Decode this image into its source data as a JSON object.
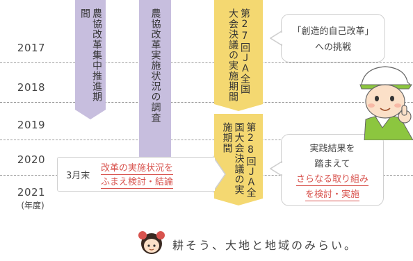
{
  "years": [
    "2017",
    "2018",
    "2019",
    "2020",
    "2021"
  ],
  "year_unit": "(年度)",
  "bars": {
    "reform_promotion": "農協改革集中推進期間",
    "reform_survey": "農協改革実施状況の調査",
    "congress_27": "第27回ＪＡ全国大会決議の実施期間",
    "congress_28": "第28回ＪＡ全国大会決議の実施期間"
  },
  "bubbles": {
    "challenge_line1": "「創造的自己改革」",
    "challenge_line2": "への挑戦",
    "results_line1": "実践結果を",
    "results_line2": "踏まえて",
    "results_line3": "さらなる取り組み",
    "results_line4": "を検討・実施"
  },
  "arrow": {
    "month": "3月末",
    "text_line1": "改革の実施状況を",
    "text_line2": "ふまえ検討・結論"
  },
  "slogan": "耕そう、大地と地域のみらい。",
  "colors": {
    "purple_bar": "#c7bede",
    "yellow_bar": "#f4d871",
    "accent_red": "#d8534e"
  }
}
